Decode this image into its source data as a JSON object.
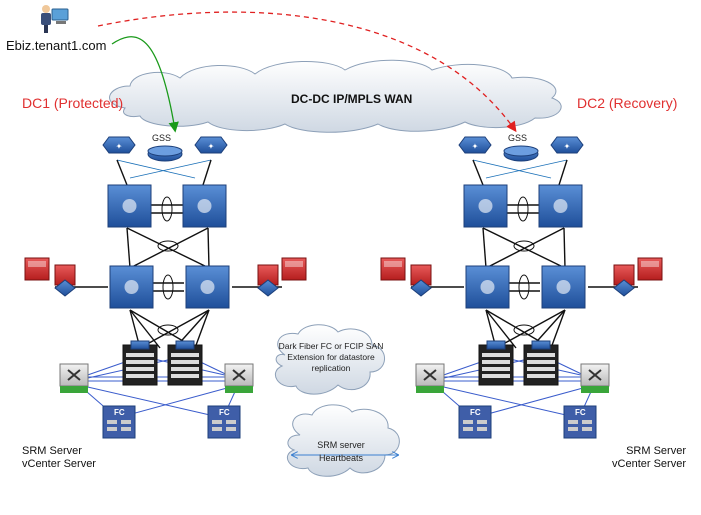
{
  "user": {
    "label": "Ebiz.tenant1.com",
    "icon": "user-workstation-icon"
  },
  "wan": {
    "label": "DC-DC IP/MPLS WAN"
  },
  "dc1": {
    "title": "DC1 (Protected)",
    "gss_label": "GSS",
    "fc_label": "FC",
    "srm_line1": "SRM Server",
    "srm_line2": "vCenter Server"
  },
  "dc2": {
    "title": "DC2 (Recovery)",
    "gss_label": "GSS",
    "fc_label": "FC",
    "srm_line1": "SRM Server",
    "srm_line2": "vCenter Server"
  },
  "san_cloud": {
    "line1": "Dark Fiber FC or FCIP SAN",
    "line2": "Extension for datastore",
    "line3": "replication"
  },
  "heartbeat_cloud": {
    "line1": "SRM server",
    "line2": "Heartbeats"
  },
  "colors": {
    "dc_title": "#e03030",
    "active_path": "#1a9a1a",
    "recovery_path": "#e02020",
    "device_blue": "#2f5fa8",
    "link_blue": "#3a5ccc",
    "storage_green": "#3aa53a"
  }
}
